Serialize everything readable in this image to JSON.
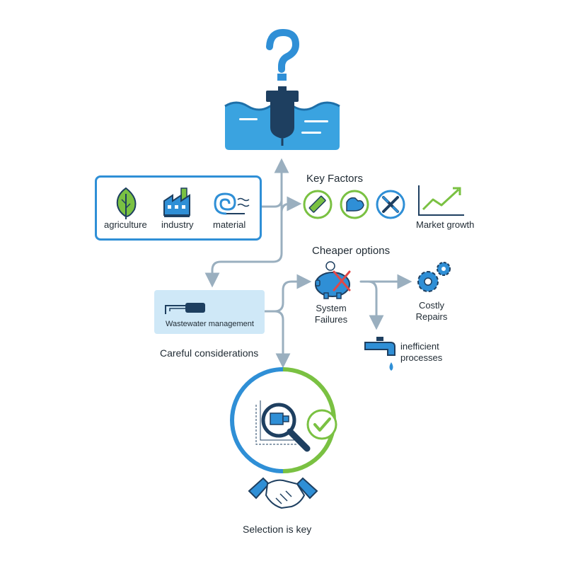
{
  "sources": {
    "agriculture": "agriculture",
    "industry": "industry",
    "material": "material"
  },
  "key_factors": {
    "title": "Key Factors",
    "market_growth": "Market growth"
  },
  "cheaper_options": {
    "title": "Cheaper options",
    "system_failures": [
      "System",
      "Failures"
    ],
    "costly_repairs": [
      "Costly",
      "Repairs"
    ],
    "inefficient_processes": [
      "inefficient",
      "processes"
    ]
  },
  "wastewater": {
    "label": "Wastewater management",
    "caption": "Careful considerations"
  },
  "selection": {
    "label": "Selection is key"
  },
  "colors": {
    "blue": "#2f8fd6",
    "dark_blue": "#1e3f60",
    "green": "#7ac142",
    "arrow": "#9aafbf",
    "light_blue_box": "#cfe8f7"
  }
}
